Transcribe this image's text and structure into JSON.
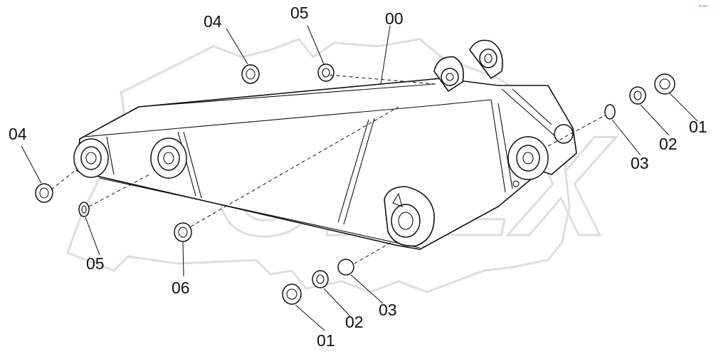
{
  "watermark": {
    "text": "OPEX",
    "color": "#dcdcdc"
  },
  "corner_mark": {
    "text": "•• ••••"
  },
  "callouts": {
    "c00": "00",
    "c01a": "01",
    "c01b": "01",
    "c02a": "02",
    "c02b": "02",
    "c03a": "03",
    "c03b": "03",
    "c04a": "04",
    "c04b": "04",
    "c05a": "05",
    "c05b": "05",
    "c06": "06"
  }
}
